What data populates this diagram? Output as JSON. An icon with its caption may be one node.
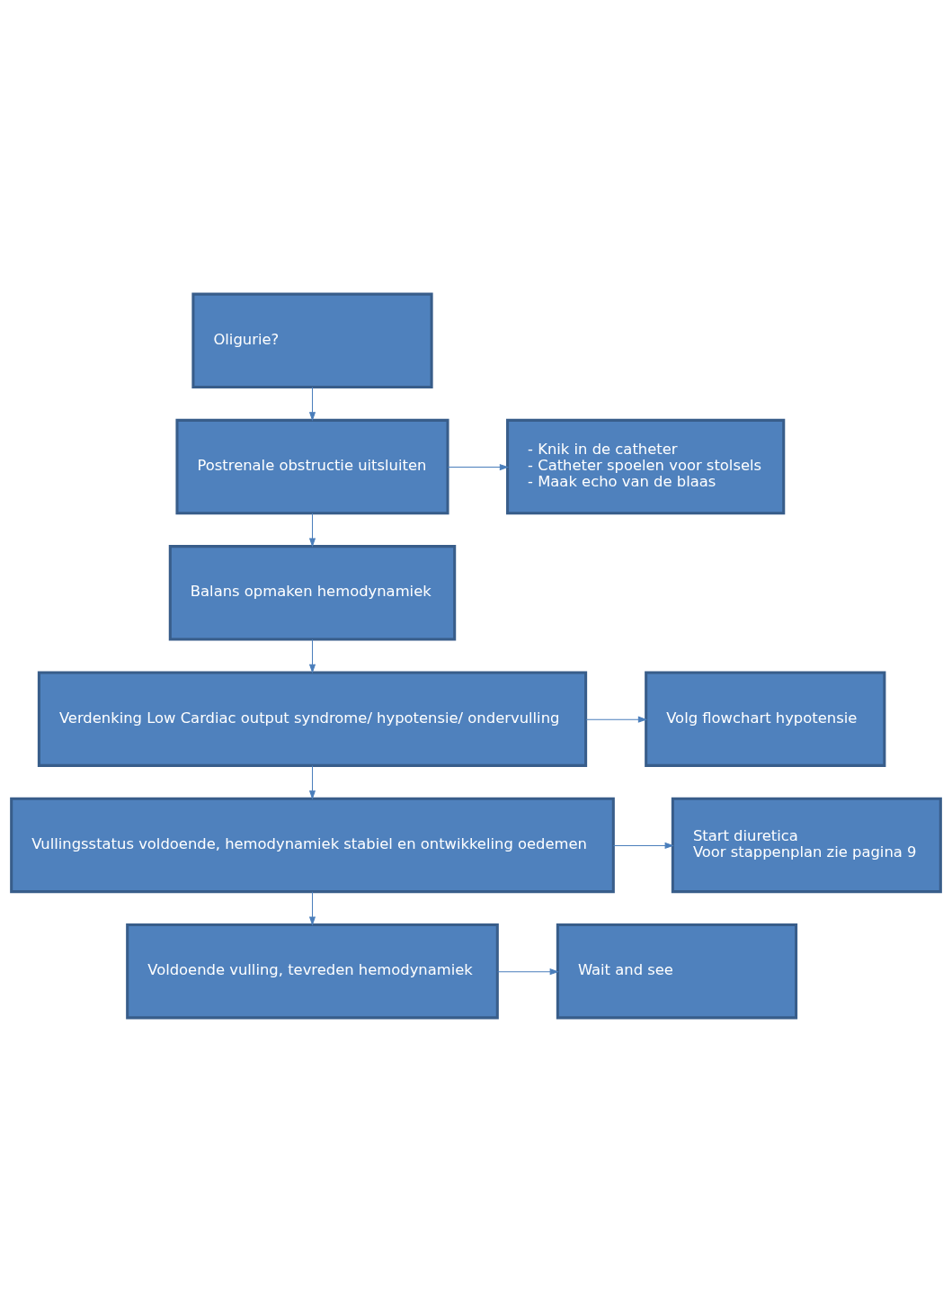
{
  "diagram": {
    "nodes": [
      {
        "text": [
          "Oligurie?"
        ]
      },
      {
        "text": [
          "Postrenale obstructie uitsluiten"
        ]
      },
      {
        "text": [
          "- Knik in de catheter",
          "- Catheter spoelen voor stolsels",
          "- Maak echo van de blaas"
        ]
      },
      {
        "text": [
          "Balans opmaken hemodynamiek"
        ]
      },
      {
        "text": [
          "Verdenking Low Cardiac output syndrome/ hypotensie/ ondervulling"
        ]
      },
      {
        "text": [
          "Volg flowchart hypotensie"
        ]
      },
      {
        "text": [
          "Vullingsstatus voldoende, hemodynamiek stabiel en ontwikkeling oedemen"
        ]
      },
      {
        "text": [
          "Start diuretica",
          "Voor stappenplan zie pagina 9"
        ]
      },
      {
        "text": [
          "Voldoende vulling, tevreden hemodynamiek"
        ]
      },
      {
        "text": [
          "Wait and see"
        ]
      }
    ],
    "edges": [
      {
        "from": 0,
        "to": 1,
        "arrow": "to"
      },
      {
        "from": 1,
        "to": 2,
        "arrow": "to"
      },
      {
        "from": 1,
        "to": 3,
        "arrow": "to"
      },
      {
        "from": 3,
        "to": 4,
        "arrow": "to"
      },
      {
        "from": 4,
        "to": 5,
        "arrow": "to"
      },
      {
        "from": 4,
        "to": 6,
        "arrow": "to"
      },
      {
        "from": 6,
        "to": 7,
        "arrow": "to"
      },
      {
        "from": 6,
        "to": 8,
        "arrow": "to"
      },
      {
        "from": 8,
        "to": 9,
        "arrow": "to"
      }
    ]
  }
}
